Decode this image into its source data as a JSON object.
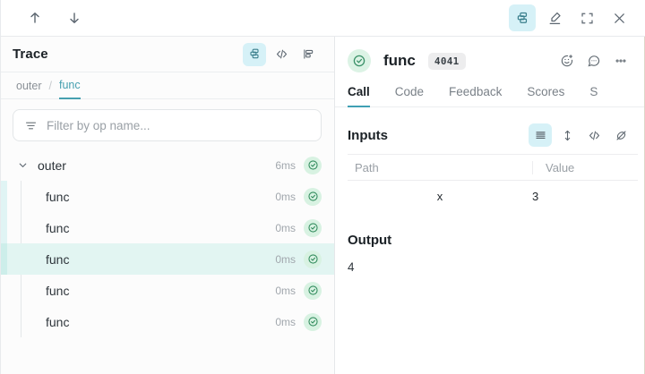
{
  "topbar": {
    "nav_up": "nav-up",
    "nav_down": "nav-down",
    "actions": [
      "layers",
      "highlighter",
      "fullscreen",
      "close"
    ]
  },
  "left_panel": {
    "title": "Trace",
    "view_icons": [
      "layers-view",
      "code-view",
      "flamegraph-view"
    ],
    "active_view": "layers-view",
    "breadcrumb": {
      "parent": "outer",
      "separator": "/",
      "current": "func"
    },
    "filter": {
      "placeholder": "Filter by op name...",
      "value": "",
      "icon": "filter-icon"
    },
    "rows": [
      {
        "label": "outer",
        "duration": "6ms",
        "level": 0,
        "expanded": true,
        "selected": false,
        "status": "ok"
      },
      {
        "label": "func",
        "duration": "0ms",
        "level": 1,
        "expanded": false,
        "selected": false,
        "status": "ok"
      },
      {
        "label": "func",
        "duration": "0ms",
        "level": 1,
        "expanded": false,
        "selected": false,
        "status": "ok"
      },
      {
        "label": "func",
        "duration": "0ms",
        "level": 1,
        "expanded": false,
        "selected": true,
        "status": "ok"
      },
      {
        "label": "func",
        "duration": "0ms",
        "level": 1,
        "expanded": false,
        "selected": false,
        "status": "ok"
      },
      {
        "label": "func",
        "duration": "0ms",
        "level": 1,
        "expanded": false,
        "selected": false,
        "status": "ok"
      }
    ]
  },
  "right_panel": {
    "status": "ok",
    "call_name": "func",
    "call_id": "4041",
    "header_actions": [
      "add-reaction",
      "comment",
      "more-options"
    ],
    "tabs": [
      {
        "label": "Call",
        "active": true
      },
      {
        "label": "Code",
        "active": false
      },
      {
        "label": "Feedback",
        "active": false
      },
      {
        "label": "Scores",
        "active": false
      },
      {
        "label": "S",
        "active": false
      }
    ],
    "inputs": {
      "title": "Inputs",
      "view_icons": [
        "list-view",
        "expand-rows",
        "code-view",
        "hide-view"
      ],
      "active_view": "list-view",
      "columns": [
        "Path",
        "Value"
      ],
      "rows": [
        {
          "path": "x",
          "value": "3"
        }
      ]
    },
    "output": {
      "title": "Output",
      "value": "4"
    }
  },
  "colors": {
    "accent_teal": "#3fa0b4",
    "active_chip_bg": "#d6f1f7",
    "selected_row_bg": "#e2f5f2",
    "status_green_bg": "#d8f2e2",
    "status_green_fg": "#2f8a5b"
  }
}
